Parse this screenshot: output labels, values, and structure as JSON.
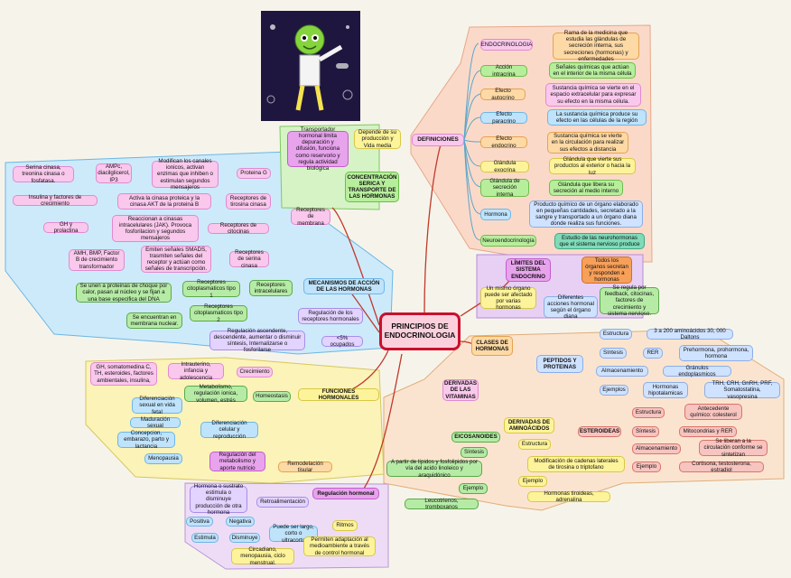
{
  "central": {
    "title": "PRINCIPIOS DE ENDOCRINOLOGIA"
  },
  "definiciones": {
    "title": "DEFINICIONES",
    "items": [
      {
        "term": "ENDOCRINOLOGIA",
        "def": "Rama de la medicina que estudia las glándulas de secreción interna, sus secreciones (hormonas) y enfermedades"
      },
      {
        "term": "Acción intracrina",
        "def": "Señales químicas que actúan en el interior de la misma célula"
      },
      {
        "term": "Efecto autocrino",
        "def": "Sustancia química se vierte en el espacio extracelular para expresar su efecto en la misma célula."
      },
      {
        "term": "Efecto paracrino",
        "def": "La sustancia química produce su efecto en las células de la región"
      },
      {
        "term": "Efecto endocrino",
        "def": "Sustancia química se vierte en la circulación para realizar sus efectos a distancia"
      },
      {
        "term": "Glándula exocrina",
        "def": "Glándula que vierte sus productos al exterior o hacia la luz"
      },
      {
        "term": "Glándula de secreción interna",
        "def": "Glándula que libera su secreción al medio interno"
      },
      {
        "term": "Hormona",
        "def": "Producto químico de un órgano elaborado en pequeñas cantidades, secretado a la sangre y transportado a un órgano diana donde realiza sus funciones."
      },
      {
        "term": "Neuroendocrinología",
        "def": "Estudio de las neurohormonas que el sistema nervioso produce"
      }
    ]
  },
  "limites": {
    "title": "LÍMITES DEL SISTEMA ENDOCRINO",
    "organos": "Todos los órganos secretan y responden a hormonas",
    "organo_mismo": "Un mismo órgano puede ser afectado por varias hormonas",
    "diferentes": "Diferentes acciones hormonal según el órgano diana",
    "regula": "Se regula por feedback, citocinas, factores de crecimiento y sistema nervioso."
  },
  "concentracion": {
    "title": "CONCENTRACIÓN SERICA Y TRANSPORTE DE LAS HORMONAS",
    "depende": "Depende de su producción y Vida media",
    "transportador": "Transportador hormonal limita depuración y difusión, funciona como reservorio y regula actividad biológica"
  },
  "mecanismos": {
    "title": "MECANISMOS DE ACCIÓN DE LAS HORMONAS",
    "membrana": "Receptores de membrana",
    "proteina_g": "Proteina G",
    "prot_g_desc": "Modifican los canales ionicos, activan enzimas que inhiben o estimulan segundos mensajeros",
    "ampc": "AMPc, diacilglicerol, IP3",
    "serina_treo": "Serina cinasa, treonina cinasa o fosfatasa.",
    "tirosina": "Receptores de tirosina cinasa",
    "tirosina_desc": "Activa la cinasa proteica y la cinasa AKT de la proteina B",
    "insulina": "Insulina y factores de crecimiento",
    "citocinas": "Receptores de citocinas",
    "citocinas_desc": "Reaccionan a cinasas intracelulares (JAK). Provoca fosforilacion y segundos mensajeros",
    "gh": "GH y prolactina",
    "serina": "Receptores de serina cinasa",
    "serina_desc": "Emiten señales SMADS, trasmiten señales del receptor y actúan como señales de transcripción.",
    "amh": "AMH, BMP, Factor B de crecimiento transformador",
    "intracel": "Receptores intracelulares",
    "tipo1": "Receptores citoplasmaticos tipo 1",
    "tipo1_desc": "Se unen a proteinas de choque por calor, pasan al núcleo y se fijan a una base especifica del DNA",
    "tipo2": "Receptores citoplasmaticos tipo 2",
    "tipo2_desc": "Se encuentran en membrana nuclear.",
    "regulacion": "Regulación de los receptores hormonales",
    "regulacion_desc": "Regulación ascendente, descendente, aumentar o disminuir síntesis, Internalizarse o fosforilarse",
    "ocupados": "<5% ocupados"
  },
  "funciones": {
    "title": "FUNCIONES HORMONALES",
    "crecimiento": "Crecimiento",
    "intrauterino": "Intrauterino, infancia y adolescencia",
    "gh_list": "GH, somatomedina C, TH, esteroides, factores ambientales, insulina,",
    "homeostasis": "Homeostasis",
    "metabolismo": "Metabolismo, regulación ionica, volumen, estrés",
    "diferenciacion": "Diferenciación celular y reproducción",
    "dif_vida": "Diferenciación sexual en vida fetal",
    "maduracion": "Maduración sexual",
    "concepcion": "Concepcion, embarazo, parto y lactancia",
    "menopausia": "Menopausia",
    "reg_metab": "Regulación del metabolismo y aporte nutricio",
    "remodelacion": "Remodelación tisular"
  },
  "regulacion_h": {
    "title": "Regulación hormonal",
    "retro": "Retroalimentación",
    "hormona_sustrato": "Hormona o sustrato estimula o disminuye producción de otra hormona",
    "positiva": "Positiva",
    "negativa": "Negativa",
    "estimula": "Estimula",
    "disminuye": "Disminuye",
    "puede": "Puede ser largo, corto o ultracorto",
    "ritmos": "Ritmos",
    "permiten": "Permiten adaptación al medioambiente a través de control hormonal",
    "circadiano": "Circadiano, menopausia, ciclo menstrual."
  },
  "clases": {
    "title": "CLASES DE HORMONAS",
    "peptidos": "PEPTIDOS Y PROTEINAS",
    "estructura": "Estructura",
    "estructura_val": "3 a 200 aminoácidos 30, 000 Daltons",
    "sintesis": "Síntesis",
    "rer": "RER",
    "prehormona": "Prehormona, prohormona, hormona",
    "almacenamiento": "Almacenamiento",
    "granulos": "Gránulos endoplasmicos",
    "ejemplos": "Ejemplos",
    "hipotalamicas": "Hormonas hipotalamicas",
    "trh": "TRH, CRH, GnRH, PRF, Somatostatina, vasopresina",
    "esteroideas": "ESTEROIDEAS",
    "est_estructura": "Estructura",
    "antecedente": "Antecedente químico: colesterol",
    "est_sintesis": "Síntesis",
    "mitocondrias": "Mitocondrias y RER",
    "est_alm": "Almacenamiento",
    "liberan": "Se liberan a la circulación conforme se sintetizan",
    "est_ejemplo": "Ejemplo",
    "cortisona": "Cortisona, testosterona, estradiol",
    "vitaminas": "DERIVADAS DE LAS VITAMINAS",
    "aminoacidos": "DERIVADAS DE AMINOÁCIDOS",
    "aa_estructura": "Estructura",
    "modificacion": "Modificación de cadenas laterales de tirosina o triptofano",
    "aa_ejemplo": "Ejemplo",
    "tiroideas": "Hormonas tiroideas, adrenalina",
    "eicosanoides": "EICOSANOIDES",
    "eic_sintesis": "Síntesis",
    "lipidos": "A partir de lípidos y fosfolipidos por vía del acido linoleico y araquidónico",
    "eic_ejemplo": "Ejemplo",
    "leucotrienos": "Leucotrienos, tromboxanos"
  },
  "colors": {
    "central_border": "#c8102e",
    "central_fill": "#fbd0dc"
  }
}
